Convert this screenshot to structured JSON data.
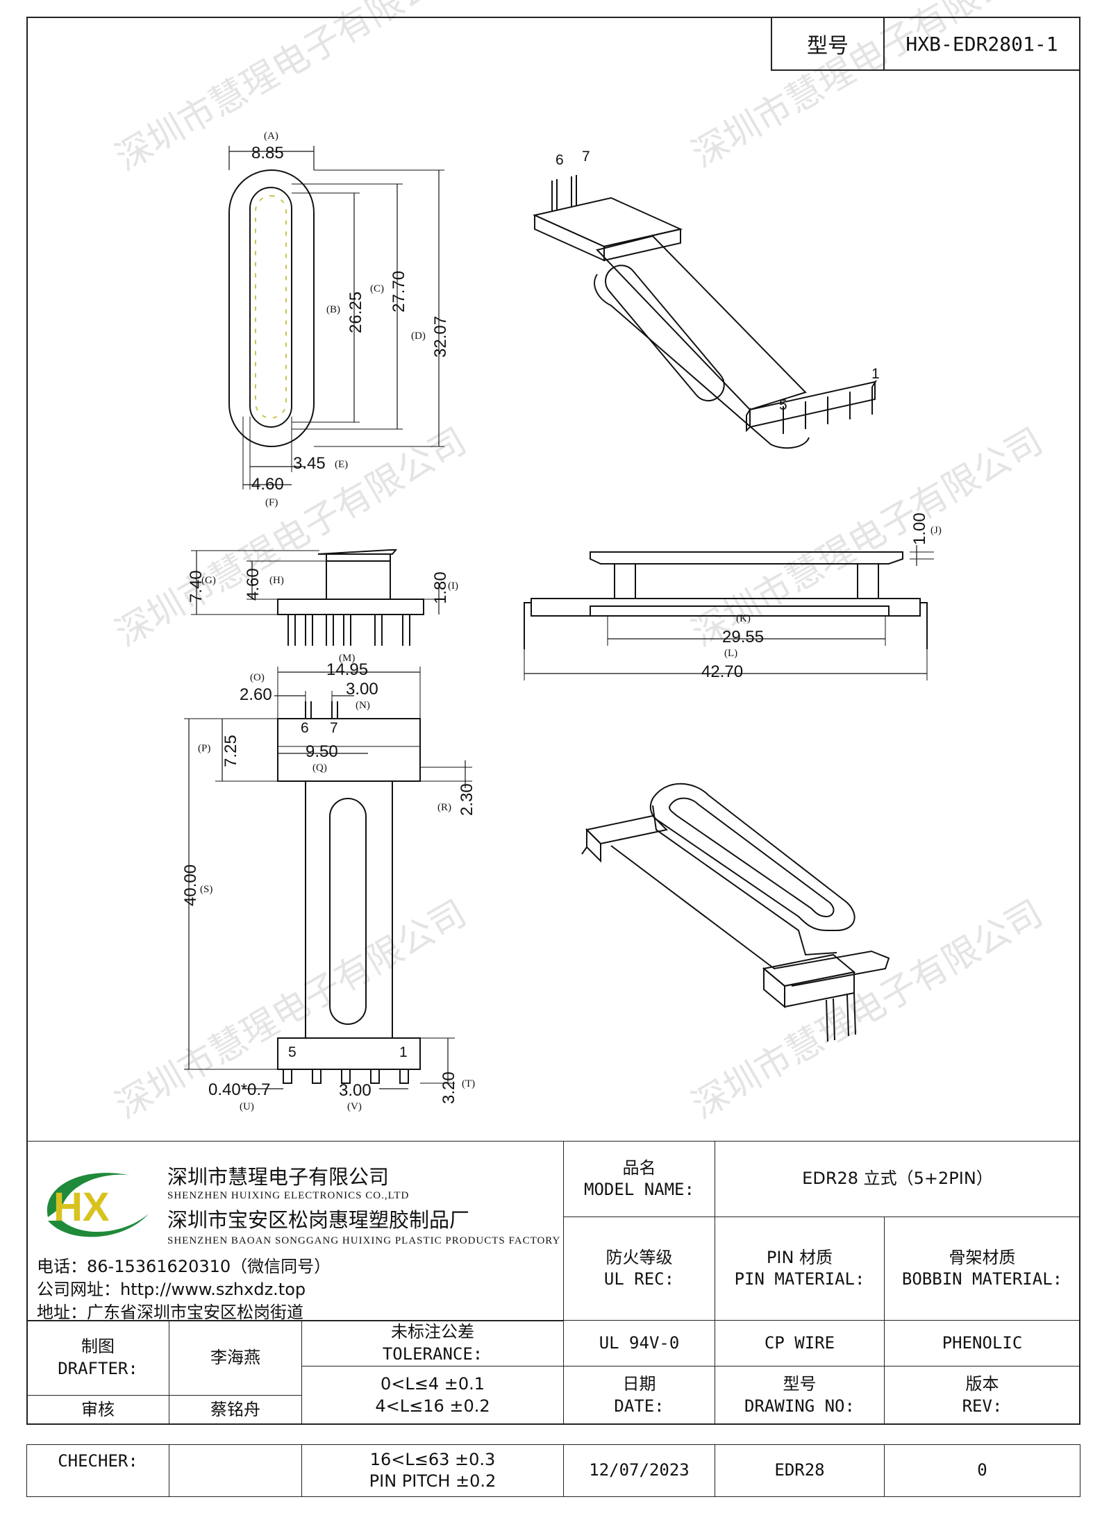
{
  "header": {
    "model_key": "型号",
    "model_value": "HXB-EDR2801-1"
  },
  "watermark": "深圳市慧瑆电子有限公司",
  "top_view": {
    "A_label": "(A)",
    "A_value": "8.85",
    "B_label": "(B)",
    "B_value": "26.25",
    "C_label": "(C)",
    "C_value": "27.70",
    "D_label": "(D)",
    "D_value": "32.07",
    "E_label": "(E)",
    "E_value": "3.45",
    "F_label": "(F)",
    "F_value": "4.60"
  },
  "iso_top": {
    "pin6": "6",
    "pin7": "7",
    "pin1": "1",
    "pin5": "5"
  },
  "side_view": {
    "G_label": "(G)",
    "G_value": "7.40",
    "H_label": "(H)",
    "H_value": "4.60",
    "I_label": "(I)",
    "I_value": "1.80"
  },
  "front_view": {
    "J_label": "(J)",
    "J_value": "1.00",
    "K_label": "(K)",
    "K_value": "29.55",
    "L_label": "(L)",
    "L_value": "42.70"
  },
  "bottom_view": {
    "M_label": "(M)",
    "M_value": "14.95",
    "O_label": "(O)",
    "O_value": "2.60",
    "N_label": "(N)",
    "N_value": "3.00",
    "P_label": "(P)",
    "P_value": "7.25",
    "Q_label": "(Q)",
    "Q_value": "9.50",
    "R_label": "(R)",
    "R_value": "2.30",
    "S_label": "(S)",
    "S_value": "40.00",
    "T_label": "(T)",
    "T_value": "3.20",
    "U_label": "(U)",
    "U_value": "0.40*0.7",
    "V_label": "(V)",
    "V_value": "3.00",
    "pin6": "6",
    "pin7": "7",
    "pin5": "5",
    "pin1": "1"
  },
  "company": {
    "name_cn": "深圳市慧瑆电子有限公司",
    "name_en": "SHENZHEN HUIXING ELECTRONICS CO.,LTD",
    "factory_cn": "深圳市宝安区松岗惠瑆塑胶制品厂",
    "factory_en": "SHENZHEN BAOAN SONGGANG HUIXING PLASTIC PRODUCTS FACTORY",
    "phone": "电话：86-15361620310（微信同号）",
    "website": "公司网址：http://www.szhxdz.top",
    "address": "地址：广东省深圳市宝安区松岗街道",
    "logo_text": "HX"
  },
  "title_block": {
    "model_name_cn": "品名",
    "model_name_en": "MODEL NAME:",
    "model_name_value": "EDR28 立式（5+2PIN）",
    "ul_cn": "防火等级",
    "ul_en": "UL REC:",
    "pin_mat_cn": "PIN 材质",
    "pin_mat_en": "PIN MATERIAL:",
    "bobbin_cn": "骨架材质",
    "bobbin_en": "BOBBIN MATERIAL:",
    "drafter_cn": "制图",
    "drafter_en": "DRAFTER:",
    "drafter_name": "李海燕",
    "tolerance_cn": "未标注公差",
    "tolerance_en": "TOLERANCE:",
    "ul_value": "UL 94V-0",
    "pin_value": "CP WIRE",
    "bobbin_value": "PHENOLIC",
    "tol1": "0<L≤4  ±0.1",
    "tol2": "4<L≤16 ±0.2",
    "date_cn": "日期",
    "date_en": "DATE:",
    "drawing_cn": "型号",
    "drawing_en": "DRAWING NO:",
    "rev_cn": "版本",
    "rev_en": "REV:",
    "checker_cn": "审核",
    "checker_name": "蔡铭舟",
    "checker_en": "CHECHER:",
    "tol3": "16<L≤63 ±0.3",
    "tol4": "PIN PITCH ±0.2",
    "date_value": "12/07/2023",
    "drawing_value": "EDR28",
    "rev_value": "0"
  }
}
